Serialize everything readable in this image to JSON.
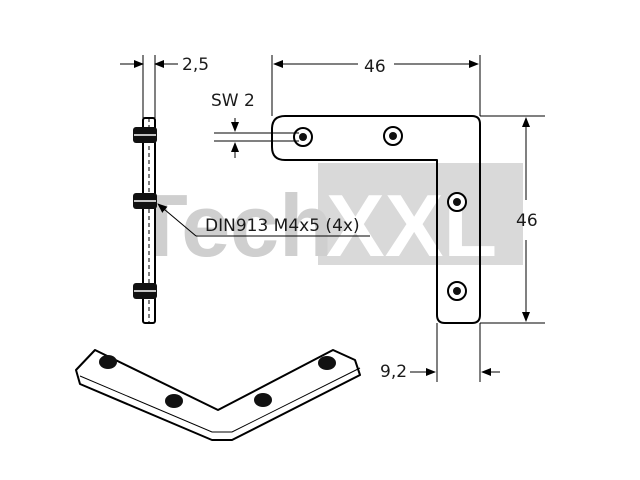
{
  "watermark": {
    "text_light": "Tech",
    "text_box": "XXL",
    "color_box": "#d9d9d9",
    "color_text_light": "#cfcfcf",
    "color_text_on_box": "#ffffff"
  },
  "dimensions": {
    "thickness": "2,5",
    "length_horizontal": "46",
    "length_vertical": "46",
    "width": "9,2",
    "socket_size": "SW 2"
  },
  "callout": {
    "screws": "DIN913 M4x5 (4x)"
  }
}
